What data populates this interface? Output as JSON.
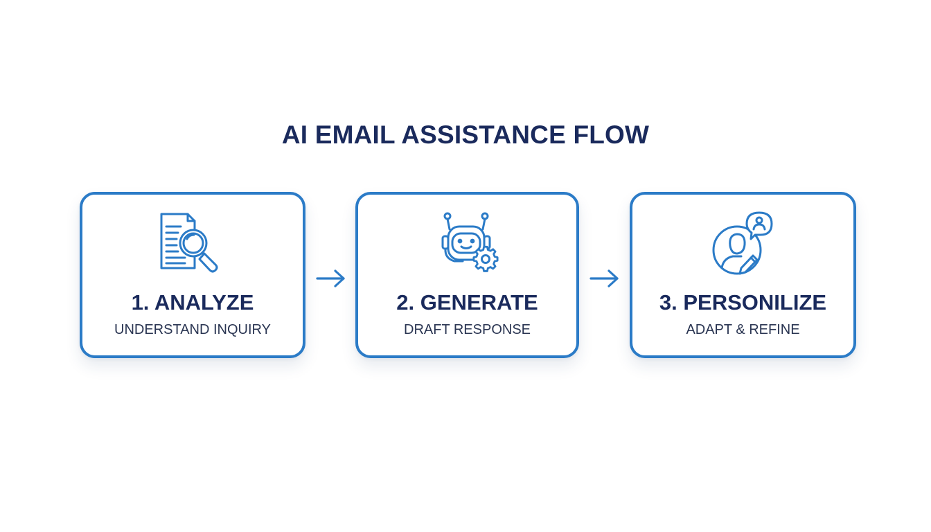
{
  "title": "AI EMAIL ASSISTANCE FLOW",
  "colors": {
    "accent": "#2b7bc7",
    "title_text": "#1a2a5c",
    "subtitle_text": "#2a3552",
    "background": "#ffffff"
  },
  "steps": [
    {
      "title": "1. ANALYZE",
      "subtitle": "UNDERSTAND INQUIRY",
      "icon": "document-magnifier-icon"
    },
    {
      "title": "2. GENERATE",
      "subtitle": "DRAFT RESPONSE",
      "icon": "robot-gear-icon"
    },
    {
      "title": "3. PERSONILIZE",
      "subtitle": "ADAPT & REFINE",
      "icon": "user-edit-chat-icon"
    }
  ],
  "connectors": [
    {
      "from": "1. ANALYZE",
      "to": "2. GENERATE",
      "icon": "arrow-right-icon"
    },
    {
      "from": "2. GENERATE",
      "to": "3. PERSONILIZE",
      "icon": "arrow-right-icon"
    }
  ]
}
